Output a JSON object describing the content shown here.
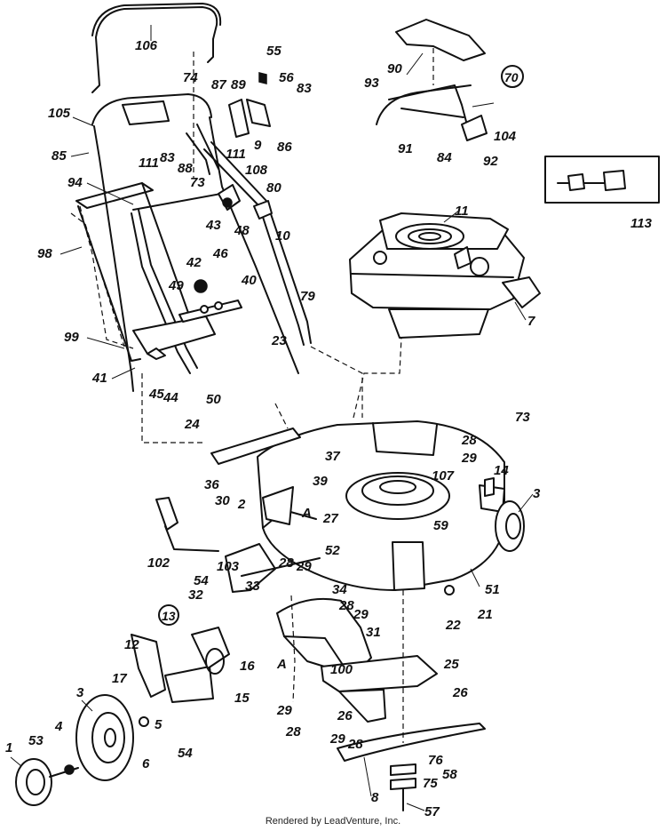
{
  "footer": "Rendered by LeadVenture, Inc.",
  "callouts": {
    "c106": "106",
    "c55": "55",
    "c56": "56",
    "c83a": "83",
    "c74": "74",
    "c87": "87",
    "c89": "89",
    "c105": "105",
    "c85": "85",
    "c83b": "83",
    "c88": "88",
    "c111a": "111",
    "c9": "9",
    "c86": "86",
    "c73a": "73",
    "c94": "94",
    "c111b": "111",
    "c108": "108",
    "c80": "80",
    "c43": "43",
    "c48": "48",
    "c10": "10",
    "c98": "98",
    "c42": "42",
    "c46": "46",
    "c40": "40",
    "c49": "49",
    "c99": "99",
    "c79": "79",
    "c23": "23",
    "c41": "41",
    "c45": "45",
    "c44": "44",
    "c50": "50",
    "c24": "24",
    "c90": "90",
    "c70": "70",
    "c93": "93",
    "c104": "104",
    "c91": "91",
    "c84": "84",
    "c92": "92",
    "c113": "113",
    "c11": "11",
    "c7": "7",
    "c73b": "73",
    "c28a": "28",
    "c29a": "29",
    "c37": "37",
    "c107": "107",
    "c14": "14",
    "c3a": "3",
    "c36": "36",
    "c39": "39",
    "c30": "30",
    "c2": "2",
    "cA1": "A",
    "c27": "27",
    "c59": "59",
    "c52": "52",
    "c102": "102",
    "c54a": "54",
    "c103": "103",
    "c28b": "28",
    "c29b": "29",
    "c51": "51",
    "c32": "32",
    "c33": "33",
    "c34": "34",
    "c22": "22",
    "c21": "21",
    "c13": "13",
    "c28c": "28",
    "c29c": "29",
    "c31": "31",
    "c12": "12",
    "c16": "16",
    "cA2": "A",
    "c100": "100",
    "c25": "25",
    "c17": "17",
    "c15": "15",
    "c3b": "3",
    "c26a": "26",
    "c26b": "26",
    "c29d": "29",
    "c28d": "28",
    "c4": "4",
    "c5": "5",
    "c54b": "54",
    "c29e": "29",
    "c28e": "28",
    "c1": "1",
    "c53": "53",
    "c6": "6",
    "c76": "76",
    "c58": "58",
    "c75": "75",
    "c8": "8",
    "c57": "57"
  }
}
